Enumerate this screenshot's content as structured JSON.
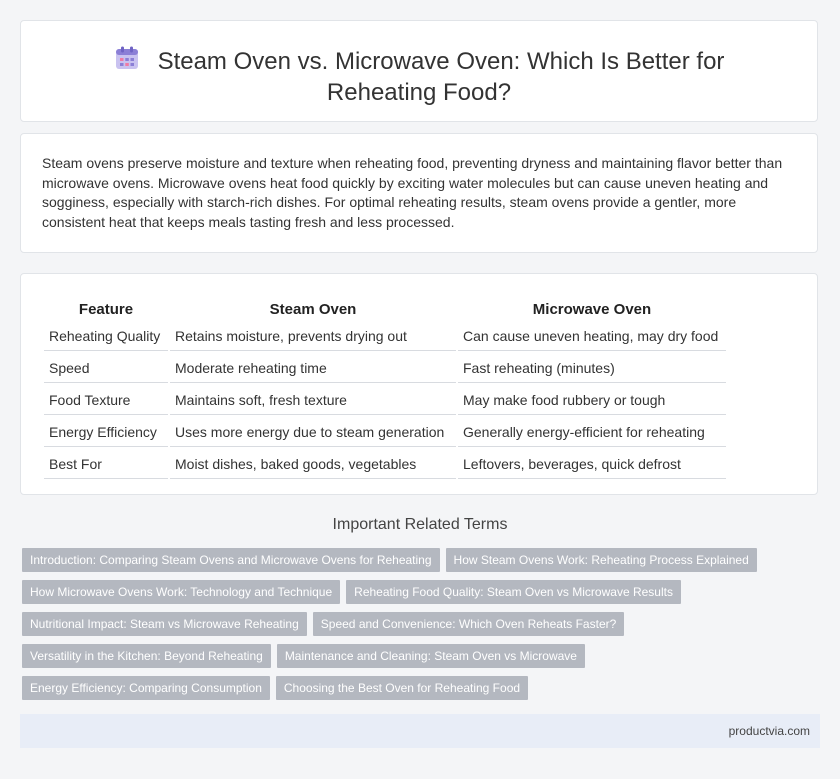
{
  "header": {
    "title": "Steam Oven vs. Microwave Oven: Which Is Better for Reheating Food?",
    "icon": "calendar-icon",
    "icon_color": "#8b7fd6"
  },
  "intro": {
    "text": "Steam ovens preserve moisture and texture when reheating food, preventing dryness and maintaining flavor better than microwave ovens. Microwave ovens heat food quickly by exciting water molecules but can cause uneven heating and sogginess, especially with starch-rich dishes. For optimal reheating results, steam ovens provide a gentler, more consistent heat that keeps meals tasting fresh and less processed."
  },
  "table": {
    "headers": [
      "Feature",
      "Steam Oven",
      "Microwave Oven"
    ],
    "rows": [
      [
        "Reheating Quality",
        "Retains moisture, prevents drying out",
        "Can cause uneven heating, may dry food"
      ],
      [
        "Speed",
        "Moderate reheating time",
        "Fast reheating (minutes)"
      ],
      [
        "Food Texture",
        "Maintains soft, fresh texture",
        "May make food rubbery or tough"
      ],
      [
        "Energy Efficiency",
        "Uses more energy due to steam generation",
        "Generally energy-efficient for reheating"
      ],
      [
        "Best For",
        "Moist dishes, baked goods, vegetables",
        "Leftovers, beverages, quick defrost"
      ]
    ]
  },
  "related": {
    "title": "Important Related Terms",
    "tags": [
      [
        "Introduction: Comparing Steam Ovens and Microwave Ovens for Reheating",
        "How Steam Ovens Work: Reheating Process Explained"
      ],
      [
        "How Microwave Ovens Work: Technology and Technique",
        "Reheating Food Quality: Steam Oven vs Microwave Results"
      ],
      [
        "Nutritional Impact: Steam vs Microwave Reheating",
        "Speed and Convenience: Which Oven Reheats Faster?"
      ],
      [
        "Versatility in the Kitchen: Beyond Reheating",
        "Maintenance and Cleaning: Steam Oven vs Microwave"
      ],
      [
        "Energy Efficiency: Comparing Consumption",
        "Choosing the Best Oven for Reheating Food"
      ]
    ]
  },
  "footer": {
    "text": "productvia.com"
  }
}
